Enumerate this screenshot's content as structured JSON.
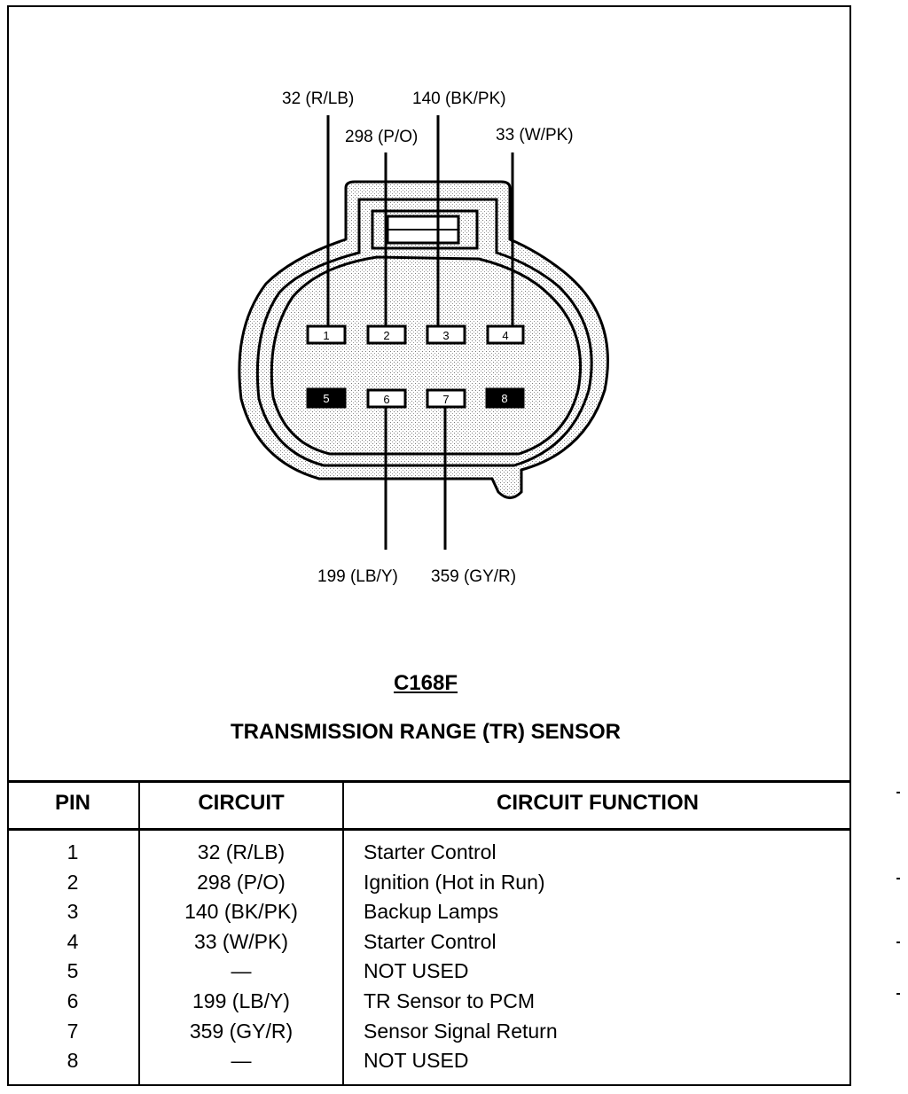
{
  "connector": {
    "id": "C168F",
    "title": "TRANSMISSION RANGE (TR) SENSOR",
    "wire_labels": [
      "32 (R/LB)",
      "140 (BK/PK)",
      "298 (P/O)",
      "33 (W/PK)",
      "199 (LB/Y)",
      "359 (GY/R)"
    ],
    "pin_numbers": [
      "1",
      "2",
      "3",
      "4",
      "5",
      "6",
      "7",
      "8"
    ]
  },
  "table": {
    "headers": [
      "PIN",
      "CIRCUIT",
      "CIRCUIT FUNCTION"
    ],
    "rows": [
      {
        "pin": "1",
        "circuit": "32 (R/LB)",
        "function": "Starter Control"
      },
      {
        "pin": "2",
        "circuit": "298 (P/O)",
        "function": "Ignition (Hot in Run)"
      },
      {
        "pin": "3",
        "circuit": "140 (BK/PK)",
        "function": "Backup Lamps"
      },
      {
        "pin": "4",
        "circuit": "33 (W/PK)",
        "function": "Starter Control"
      },
      {
        "pin": "5",
        "circuit": "—",
        "function": "NOT USED"
      },
      {
        "pin": "6",
        "circuit": "199 (LB/Y)",
        "function": "TR Sensor to PCM"
      },
      {
        "pin": "7",
        "circuit": "359 (GY/R)",
        "function": "Sensor Signal Return"
      },
      {
        "pin": "8",
        "circuit": "—",
        "function": "NOT USED"
      }
    ]
  }
}
